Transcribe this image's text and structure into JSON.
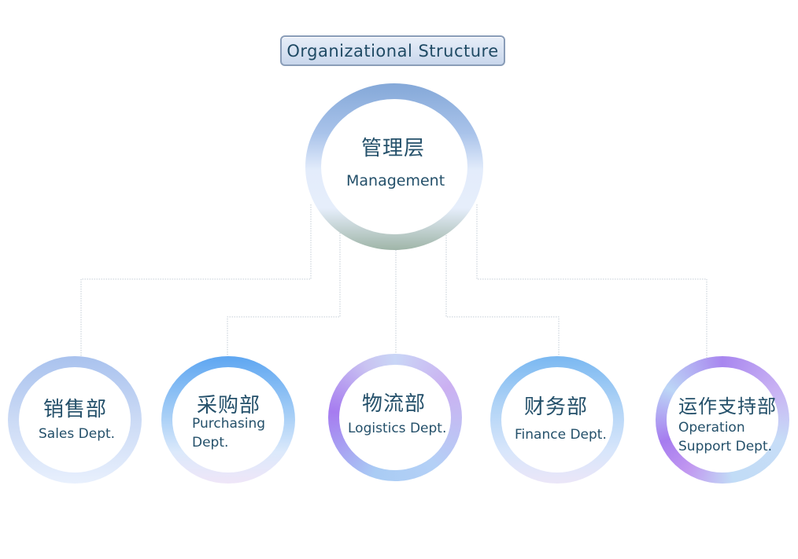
{
  "title": "Organizational Structure",
  "root": {
    "cn": "管理层",
    "en": "Management"
  },
  "departments": [
    {
      "cn": "销售部",
      "en": "Sales Dept."
    },
    {
      "cn": "采购部",
      "en": "Purchasing Dept."
    },
    {
      "cn": "物流部",
      "en": "Logistics Dept."
    },
    {
      "cn": "财务部",
      "en": "Finance Dept."
    },
    {
      "cn": "运作支持部",
      "en": "Operation Support Dept."
    }
  ]
}
